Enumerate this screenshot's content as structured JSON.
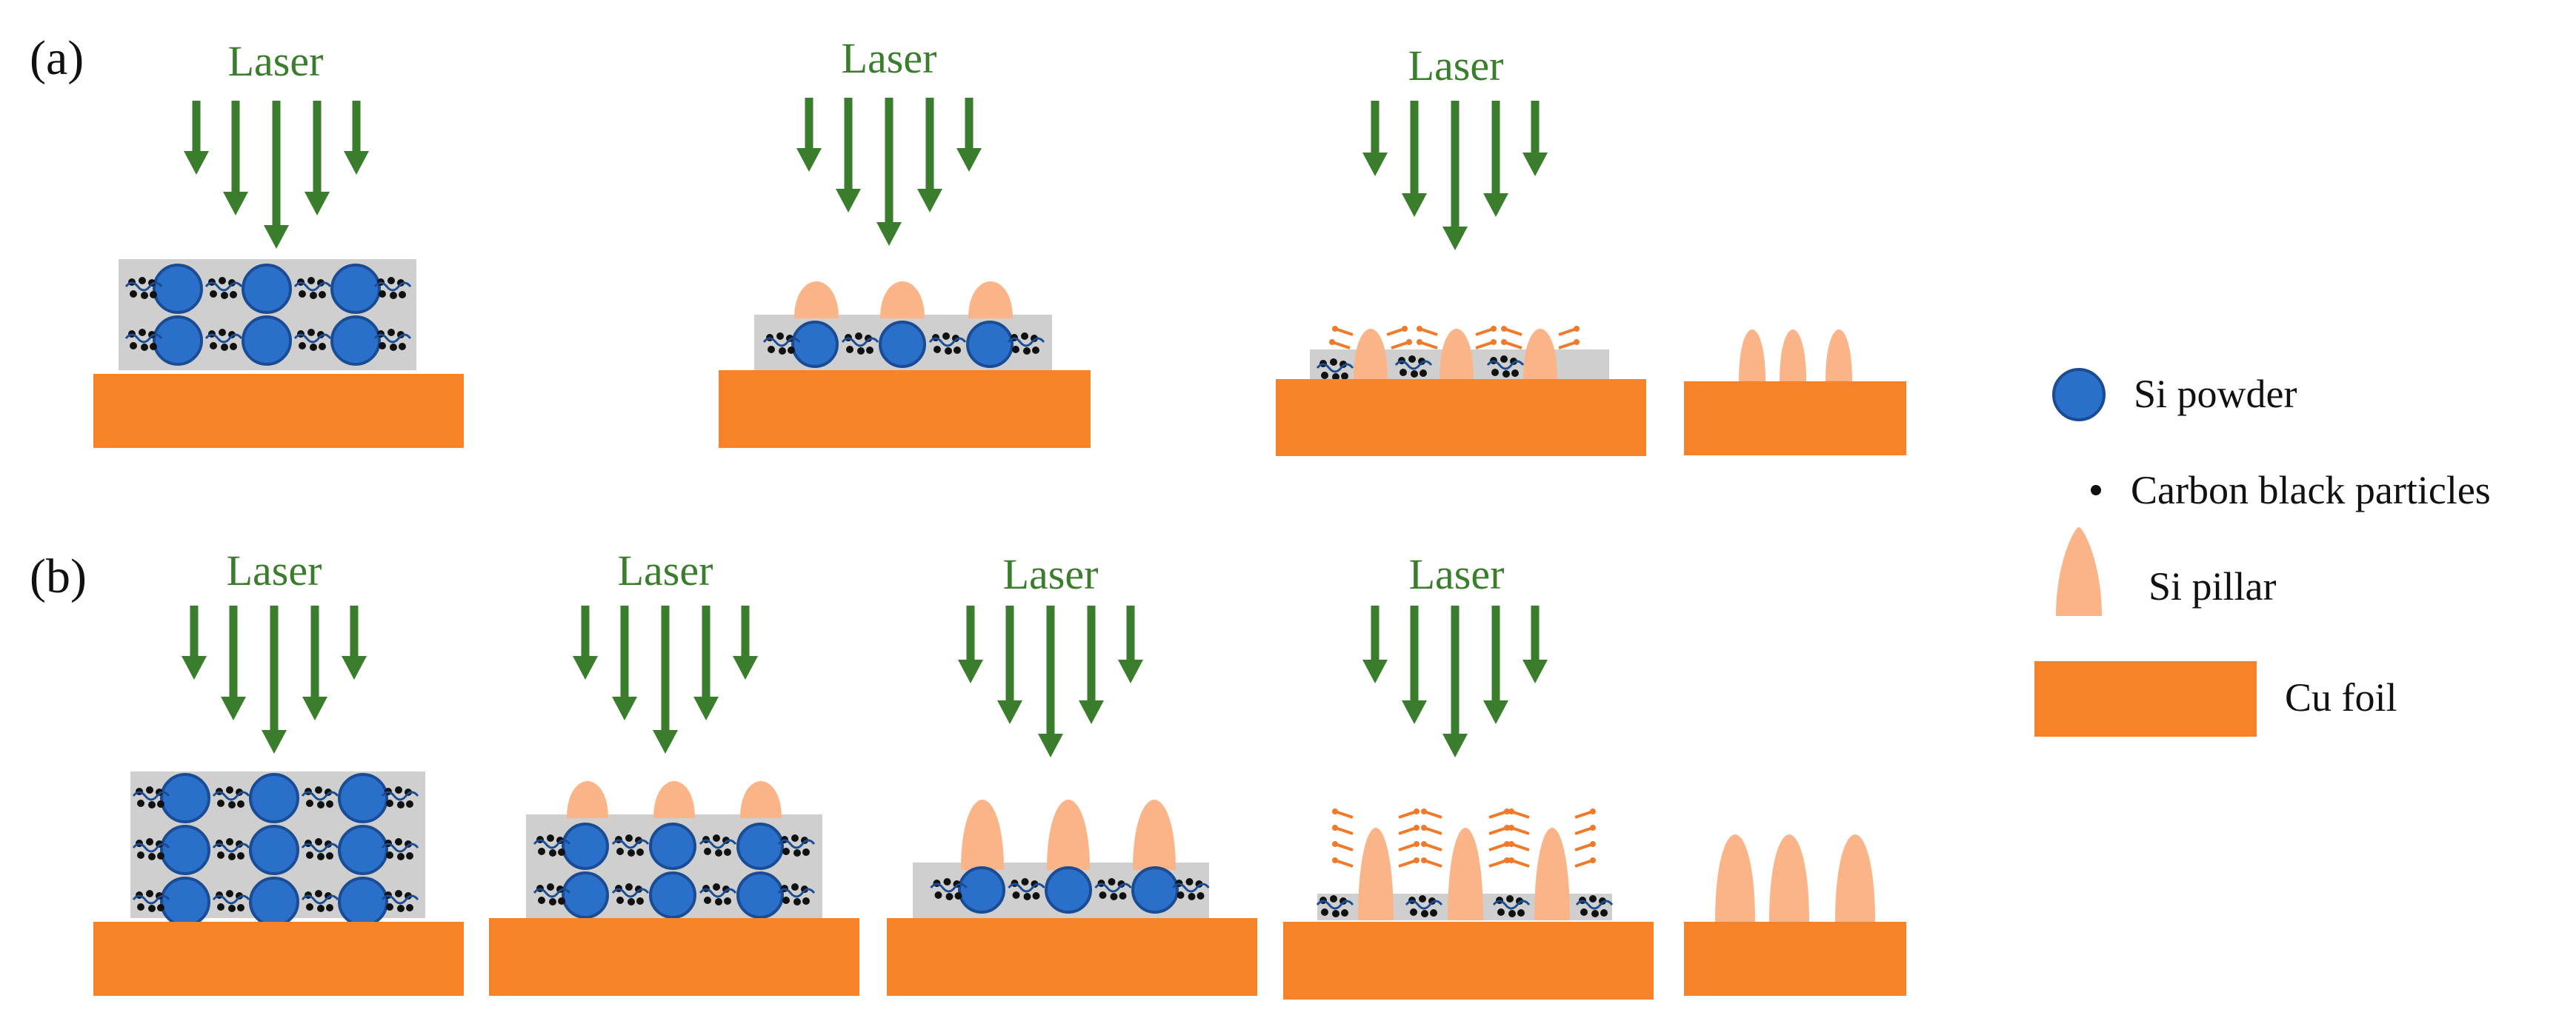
{
  "panels": {
    "a": {
      "label": "(a)",
      "laser_labels": [
        "Laser",
        "Laser",
        "Laser"
      ]
    },
    "b": {
      "label": "(b)",
      "laser_labels": [
        "Laser",
        "Laser",
        "Laser",
        "Laser"
      ]
    }
  },
  "legend": {
    "si_powder": "Si powder",
    "carbon_black": "Carbon black particles",
    "si_pillar": "Si pillar",
    "cu_foil": "Cu foil"
  },
  "colors": {
    "laser_arrow": "#3a7d2c",
    "laser_text": "#3a7d2c",
    "cu_foil": "#f6822a",
    "si_powder_fill": "#2a6fc9",
    "si_powder_stroke": "#1a4c94",
    "si_pillar": "#fbb487",
    "matrix": "#cfcfcf",
    "spark": "#f07a2a",
    "carbon": "#111111"
  }
}
